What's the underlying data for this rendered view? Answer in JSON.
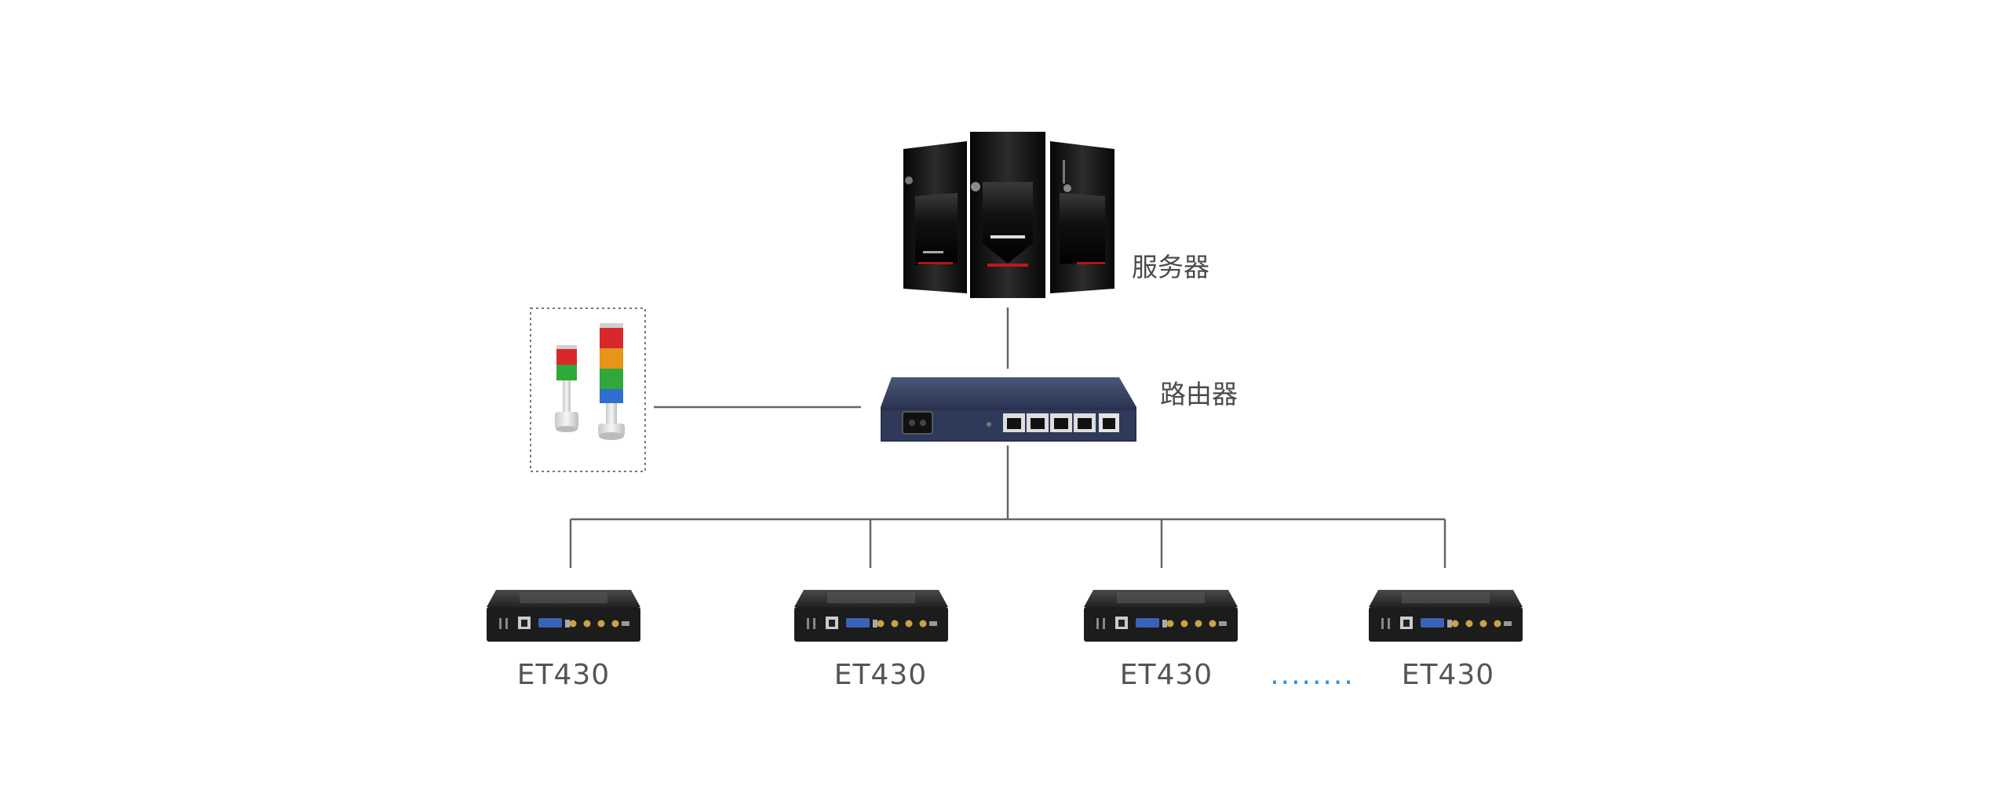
{
  "nodes": {
    "server": {
      "label": "服务器",
      "icon": "server-tower-icon"
    },
    "router": {
      "label": "路由器",
      "icon": "router-icon"
    },
    "signal_lights": {
      "icon": "signal-tower-light-icon"
    },
    "devices": [
      {
        "label": "ET430",
        "icon": "et430-device-icon"
      },
      {
        "label": "ET430",
        "icon": "et430-device-icon"
      },
      {
        "label": "ET430",
        "icon": "et430-device-icon"
      },
      {
        "label": "ET430",
        "icon": "et430-device-icon"
      }
    ],
    "ellipsis": "........"
  },
  "colors": {
    "line": "#666666",
    "ellipsis": "#2b8fe3",
    "router_body": "#2a3553",
    "device_body": "#1c1c1c"
  }
}
